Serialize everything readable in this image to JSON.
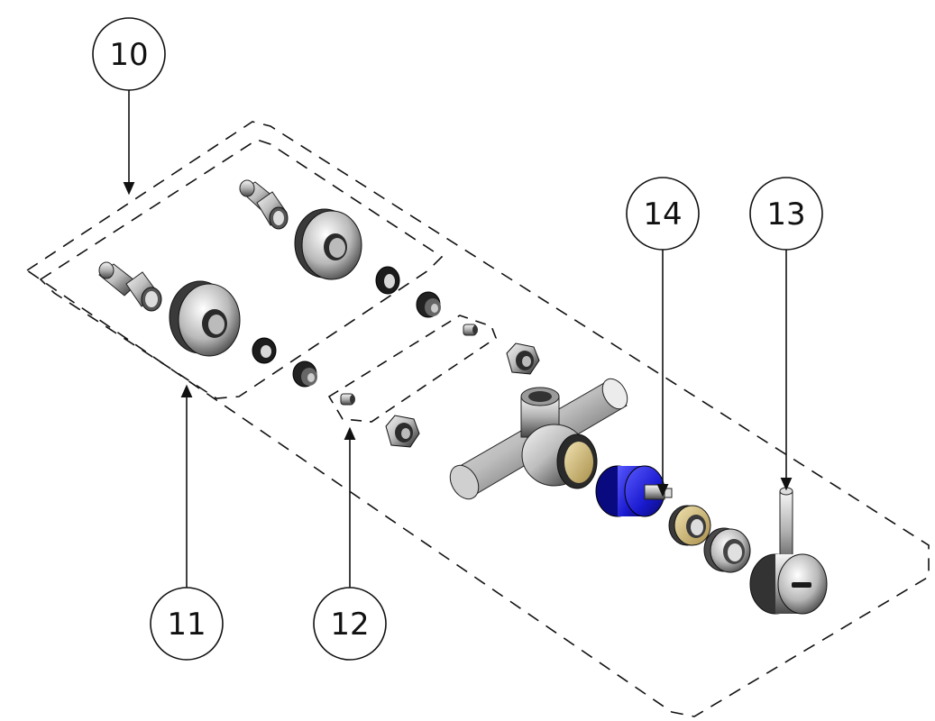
{
  "callouts": [
    {
      "id": "10",
      "label": "10"
    },
    {
      "id": "11",
      "label": "11"
    },
    {
      "id": "12",
      "label": "12"
    },
    {
      "id": "13",
      "label": "13"
    },
    {
      "id": "14",
      "label": "14"
    }
  ],
  "colors": {
    "line": "#111111",
    "metal_light": "#eeeeee",
    "metal_mid": "#a8a8a8",
    "metal_dark": "#3c3c3c",
    "cartridge_blue": "#1a1ad0",
    "brass": "#c9b27a"
  }
}
